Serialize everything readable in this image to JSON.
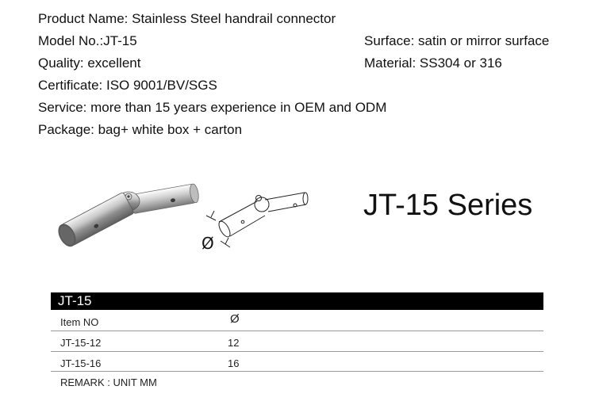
{
  "specs": {
    "product_name": "Product Name: Stainless Steel handrail connector",
    "model_no": "Model No.:JT-15",
    "surface": "Surface: satin or mirror surface",
    "quality": "Quality: excellent",
    "material": "Material: SS304 or 316",
    "certificate": "Certificate: ISO 9001/BV/SGS",
    "service": "Service: more than 15 years experience in OEM and ODM",
    "package": "Package: bag+ white box + carton"
  },
  "series_title": "JT-15 Series",
  "drawing": {
    "diameter_symbol": "Ø"
  },
  "table": {
    "title": "JT-15",
    "columns": [
      "Item NO",
      "Ø"
    ],
    "rows": [
      [
        "JT-15-12",
        "12"
      ],
      [
        "JT-15-16",
        "16"
      ]
    ],
    "remark": "REMARK : UNIT MM"
  }
}
